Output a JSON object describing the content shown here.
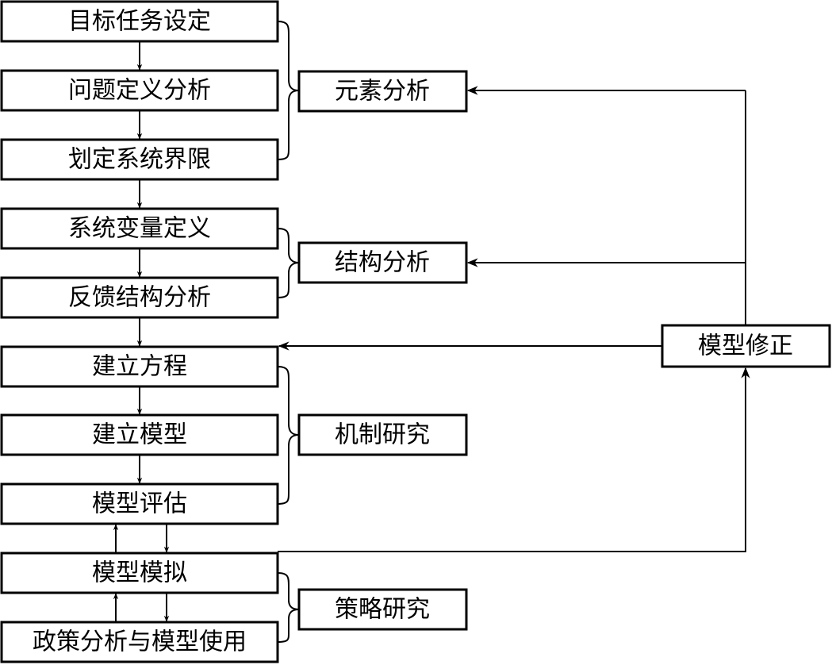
{
  "steps": [
    "目标任务设定",
    "问题定义分析",
    "划定系统界限",
    "系统变量定义",
    "反馈结构分析",
    "建立方程",
    "建立模型",
    "模型评估",
    "模型模拟",
    "政策分析与模型使用"
  ],
  "phases": [
    "元素分析",
    "结构分析",
    "机制研究",
    "策略研究"
  ],
  "correction": "模型修正"
}
